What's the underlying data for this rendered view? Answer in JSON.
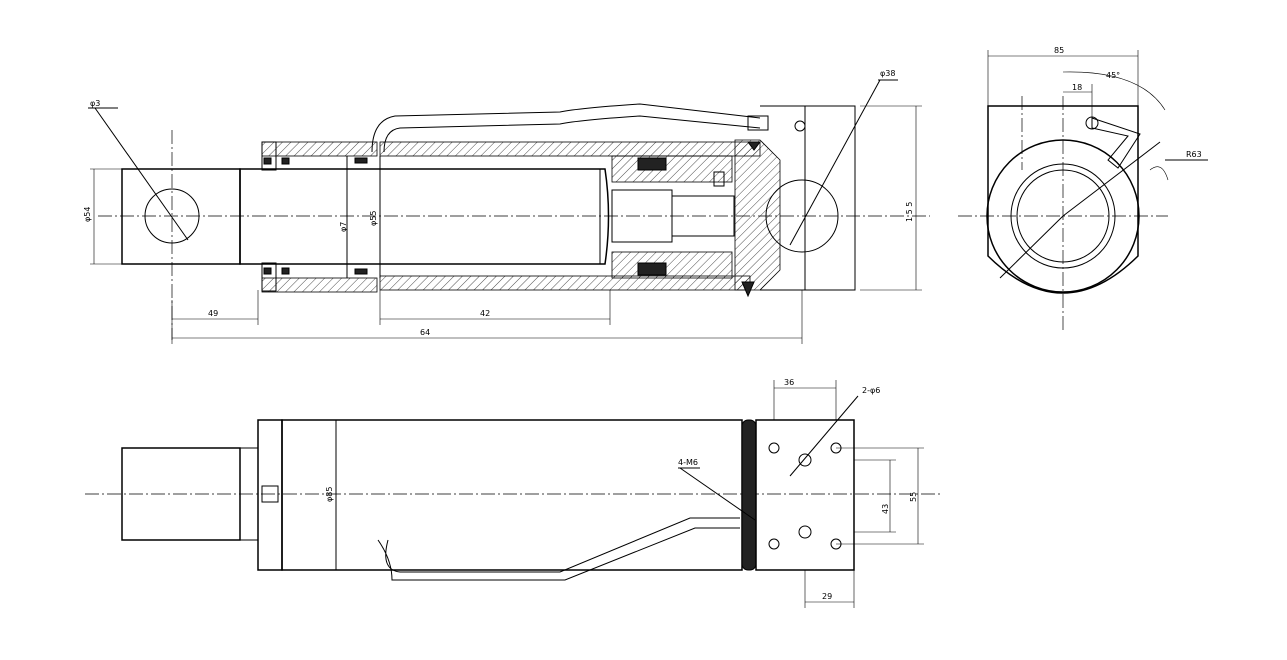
{
  "labels": {
    "phi3": "φ3",
    "phi54": "φ54",
    "phi7": "φ7",
    "phi55": "φ55",
    "phi38": "φ38",
    "d155": "1 5 5",
    "d49": "49",
    "d42": "42",
    "d64": "64",
    "d85": "85",
    "d18": "18",
    "d45": "45°",
    "r63": "R63",
    "d36": "36",
    "holes2": "2-φ6",
    "m6": "4-M6",
    "phi85": "φ85",
    "d43": "43",
    "d55": "55",
    "d29": "29"
  }
}
